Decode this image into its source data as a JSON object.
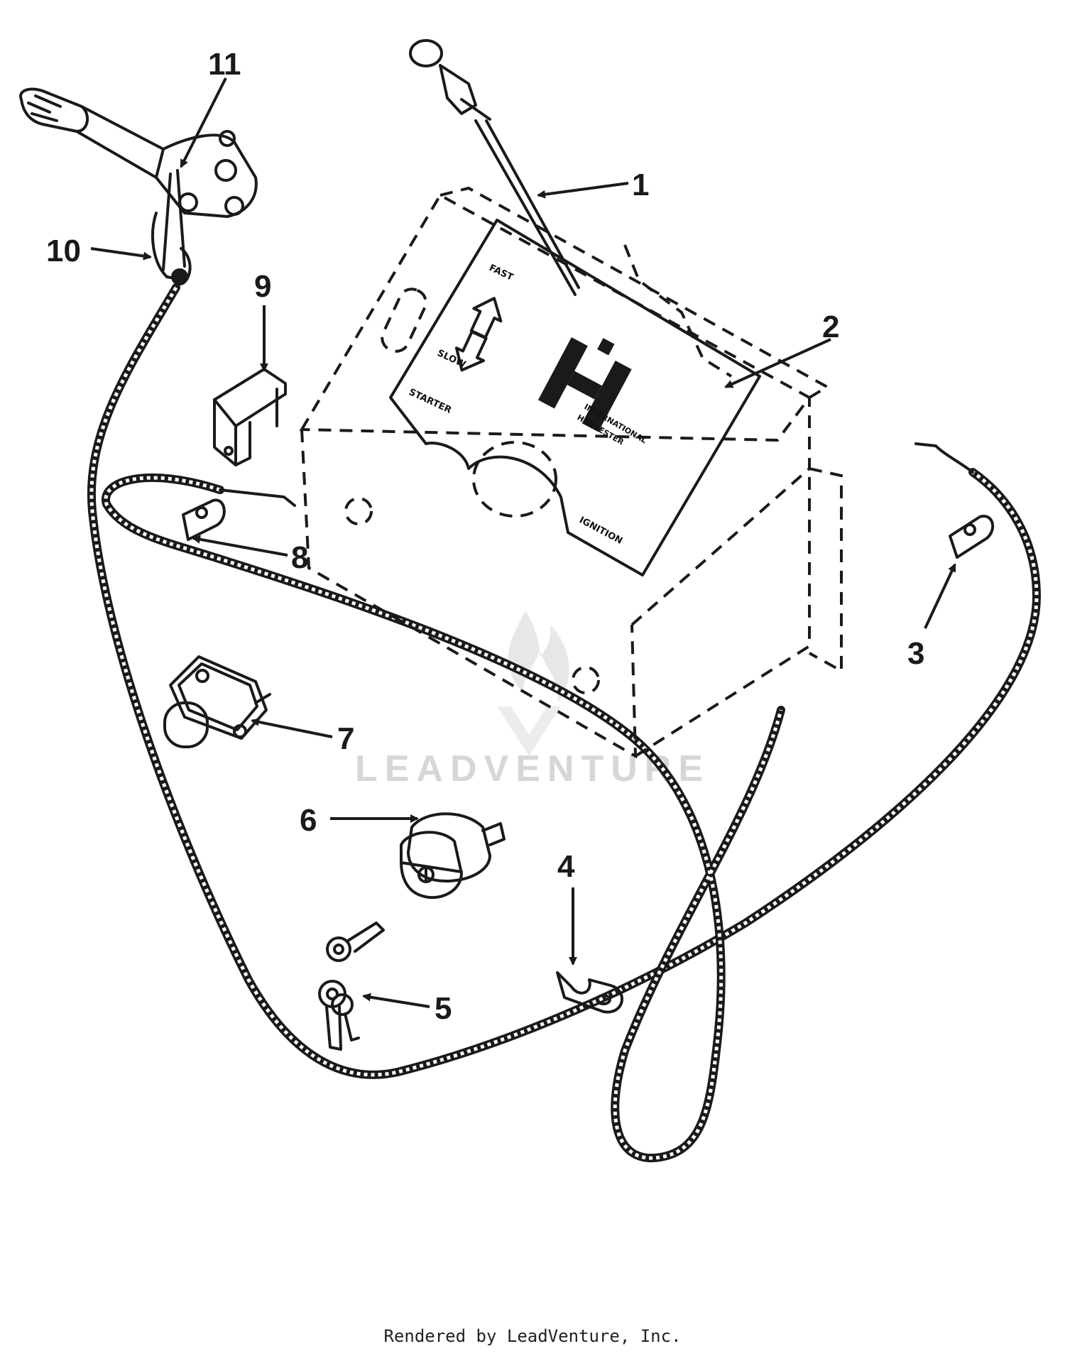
{
  "diagram": {
    "callouts": [
      "1",
      "2",
      "3",
      "4",
      "5",
      "6",
      "7",
      "8",
      "9",
      "10",
      "11"
    ],
    "panel": {
      "fast_label": "FAST",
      "slow_label": "SLOW",
      "starter_label": "STARTER",
      "ignition_label": "IGNITION",
      "brand_line1": "INTERNATIONAL",
      "brand_line2": "HARVESTER"
    },
    "watermark": "LEADVENTURE"
  },
  "footer": {
    "credit": "Rendered by LeadVenture, Inc."
  }
}
